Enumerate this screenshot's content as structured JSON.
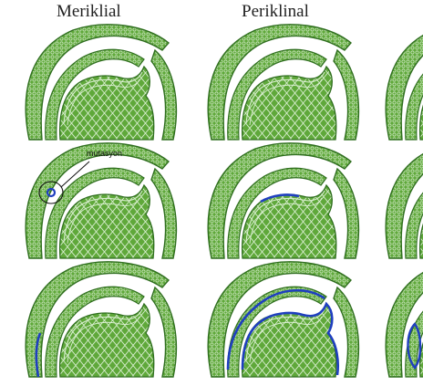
{
  "columns": [
    {
      "title": "Meriklial"
    },
    {
      "title": "Periklinal"
    },
    {
      "title": ""
    }
  ],
  "annotation": {
    "text": "mutasyon"
  },
  "colors": {
    "tissue_fill": "#5fa83a",
    "tissue_dark": "#2f6e1f",
    "cell_line": "#d9eed0",
    "mutation": "#1f3fbf"
  }
}
